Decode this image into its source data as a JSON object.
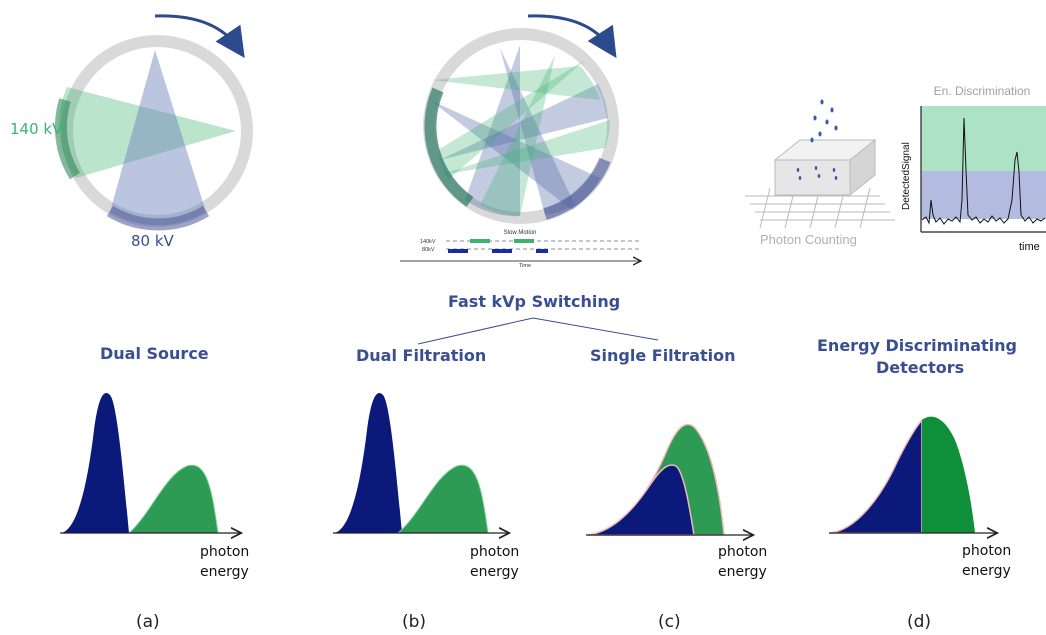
{
  "sources": {
    "label_140": "140 kV",
    "label_80": "80 kV"
  },
  "slow_motion": {
    "title": "Slow Motion",
    "label_140": "140kV",
    "label_80": "80kV",
    "time": "Time"
  },
  "photon_counting": {
    "caption": "Photon Counting"
  },
  "energy_plot": {
    "title": "En. Discrimination",
    "ylabel": "DetectedSignal",
    "xlabel": "time"
  },
  "techniques": {
    "fast_kvp": "Fast kVp Switching",
    "dual_source": "Dual Source",
    "dual_filtration": "Dual Filtration",
    "single_filtration": "Single Filtration",
    "energy_discriminating_1": "Energy Discriminating",
    "energy_discriminating_2": "Detectors"
  },
  "axis": {
    "line1": "photon",
    "line2": "energy"
  },
  "panels": [
    "(a)",
    "(b)",
    "(c)",
    "(d)"
  ],
  "colors": {
    "title_blue": "#3a4e93",
    "green_text": "#3cb371",
    "navy": "#0b1a7a",
    "green": "#2e9b54",
    "ring": "#d9d9d9"
  }
}
